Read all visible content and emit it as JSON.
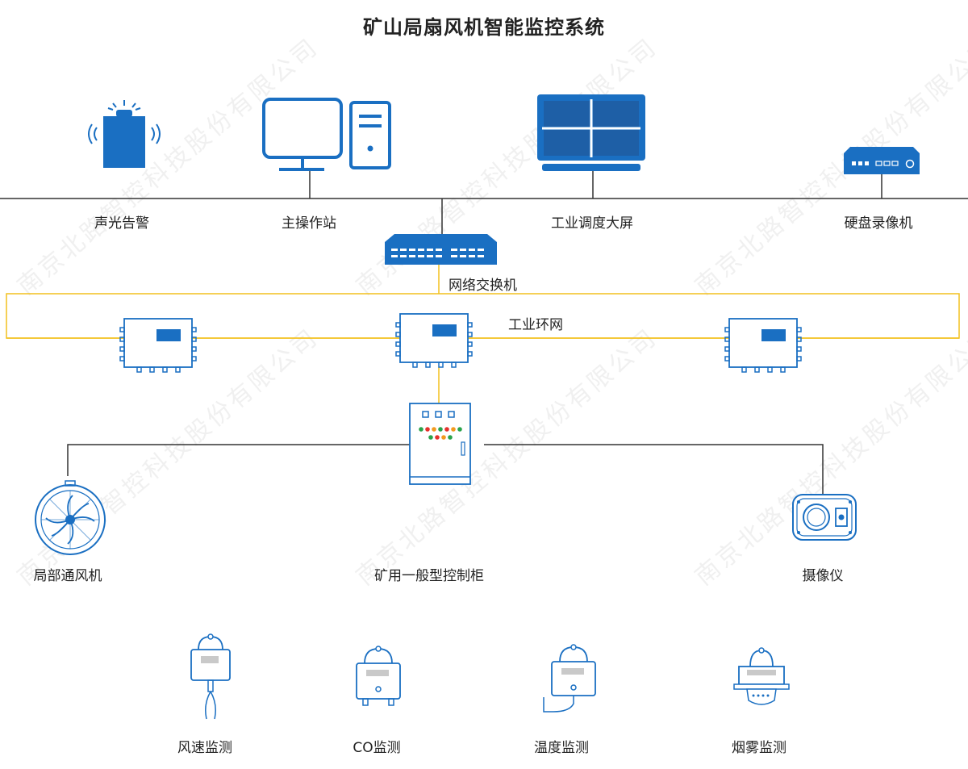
{
  "title": "矿山局扇风机智能监控系统",
  "watermark": "南京北路智控科技股份有限公司",
  "colors": {
    "device_blue": "#1a6fc2",
    "ring_yellow": "#f2c01e",
    "line_dark": "#333333"
  },
  "nodes": {
    "alarm": "声光告警",
    "workstation": "主操作站",
    "screen": "工业调度大屏",
    "recorder": "硬盘录像机",
    "switch": "网络交换机",
    "ring": "工业环网",
    "fan": "局部通风机",
    "cabinet": "矿用一般型控制柜",
    "camera": "摄像仪",
    "wind": "风速监测",
    "co": "CO监测",
    "temp": "温度监测",
    "smoke": "烟雾监测"
  },
  "icons": [
    "siren-icon",
    "monitor-icon",
    "pc-tower-icon",
    "video-wall-icon",
    "nvr-icon",
    "network-switch-icon",
    "substation-box-icon",
    "control-cabinet-icon",
    "axial-fan-icon",
    "explosion-proof-camera-icon",
    "wind-sensor-icon",
    "co-sensor-icon",
    "temperature-sensor-icon",
    "smoke-sensor-icon"
  ]
}
